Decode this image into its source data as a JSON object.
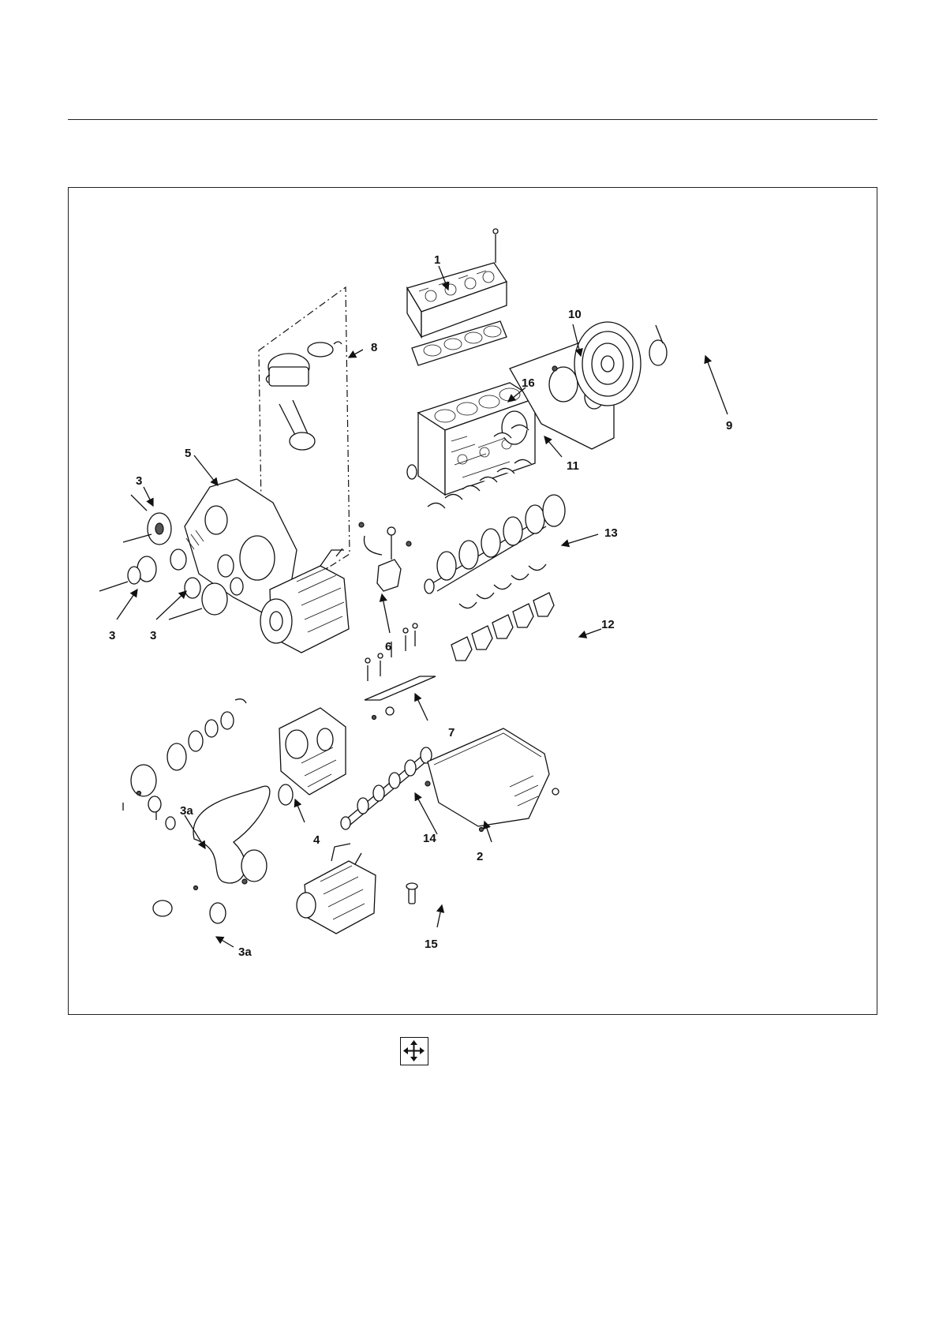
{
  "figure": {
    "callouts": {
      "c1": "1",
      "c2": "2",
      "c3a": "3",
      "c3b": "3",
      "c3c": "3",
      "c3d": "3a",
      "c3e": "3a",
      "c4": "4",
      "c5": "5",
      "c6": "6",
      "c7": "7",
      "c8": "8",
      "c9": "9",
      "c10": "10",
      "c11": "11",
      "c12": "12",
      "c13": "13",
      "c14": "14",
      "c15": "15",
      "c16": "16"
    }
  },
  "icons": {
    "nav": "four-way-arrows-icon"
  }
}
